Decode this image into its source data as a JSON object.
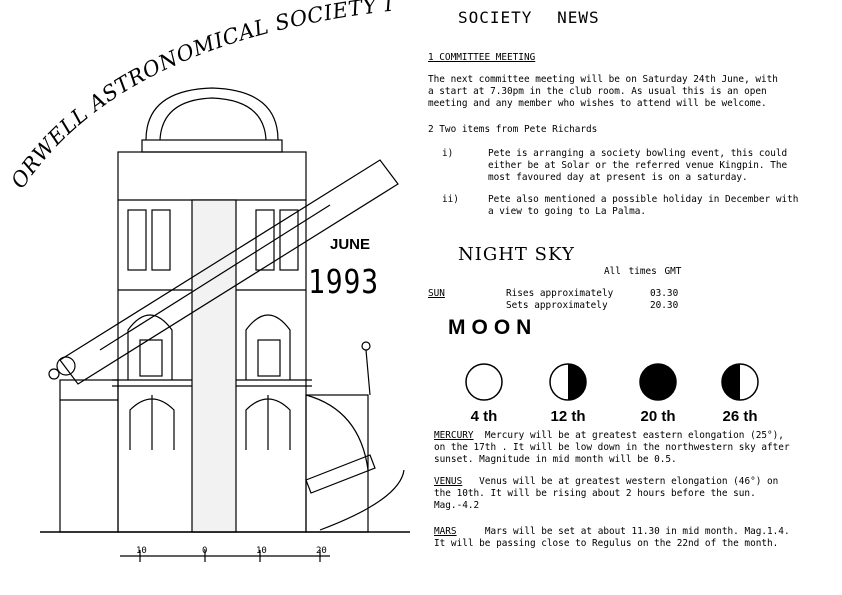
{
  "masthead": {
    "society_name": "ORWELL ASTRONOMICAL SOCIETY IPSWICH",
    "month": "JUNE",
    "year": "1993",
    "scale_labels": [
      "10",
      "0",
      "10",
      "20"
    ]
  },
  "news": {
    "heading": "SOCIETY NEWS",
    "item1_title": "1 COMMITTEE MEETING",
    "item1_lines": [
      "The next  committee meeting  will be on Saturday 24th June,  with",
      "a start at 7.30pm in the  club room.  As  usual  this is an open",
      "meeting and any member who wishes to attend will be welcome."
    ],
    "item2_title": "2 Two items from Pete Richards",
    "sub_i_marker": "i)",
    "sub_i_lines": [
      "Pete is arranging a society bowling event, this could",
      "either be at Solar or the referred venue Kingpin.  The",
      "most favoured day at present is on a saturday."
    ],
    "sub_ii_marker": "ii)",
    "sub_ii_lines": [
      "Pete also mentioned a possible holiday in December with",
      "a view to going to La Palma."
    ]
  },
  "night_sky": {
    "heading": "NIGHT SKY",
    "times_note": "All  times  GMT",
    "sun_label": "SUN",
    "rises_label": "Rises approximately",
    "rises_time": "03.30",
    "sets_label": "Sets approximately",
    "sets_time": "20.30",
    "moon_heading": "MOON",
    "moon_phases": [
      {
        "label": "4 th",
        "icon": "full-moon-icon"
      },
      {
        "label": "12 th",
        "icon": "last-quarter-moon-icon"
      },
      {
        "label": "20 th",
        "icon": "new-moon-icon"
      },
      {
        "label": "26 th",
        "icon": "first-quarter-moon-icon"
      }
    ],
    "mercury_label": "MERCURY",
    "mercury_lines": [
      "Mercury  will be at greatest  eastern elongation (25°),",
      "on the 17th . It will be low down  in the northwestern  sky after",
      "sunset. Magnitude in mid month will be 0.5."
    ],
    "venus_label": "VENUS",
    "venus_lines": [
      "Venus  will  be  at greatest western elongation (46°) on",
      "the 10th. It  will  be  rising  about  2  hours  before  the sun.",
      "Mag.-4.2"
    ],
    "mars_label": "MARS",
    "mars_lines": [
      "Mars will be set at about  11.30 in mid month. Mag.1.4.",
      "It will be passing close to Regulus on the 22nd of the month."
    ]
  }
}
